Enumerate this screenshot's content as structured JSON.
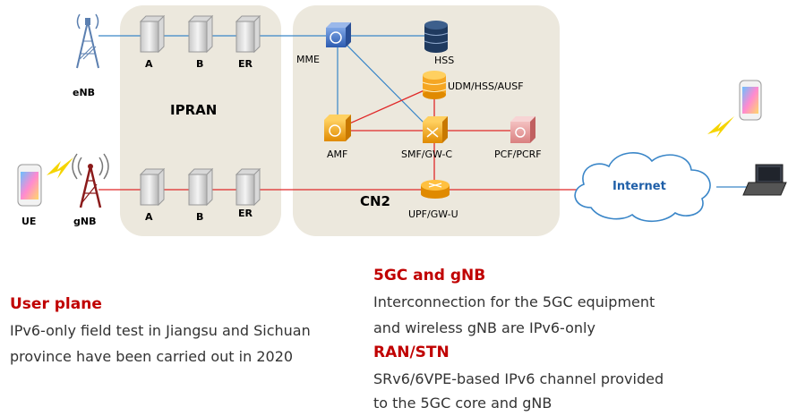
{
  "colors": {
    "panel": "#ece8dd",
    "link_blue": "#3a86c8",
    "link_red": "#e02828",
    "heading_red": "#c00000",
    "amf_orange": "#f5a623",
    "mme_blue": "#3b6fc4",
    "hss_navy": "#1f3a5f",
    "internet_text": "#1f5fa8"
  },
  "regions": {
    "ipran": "IPRAN",
    "cn2": "CN2"
  },
  "nodes": {
    "enb": "eNB",
    "ue": "UE",
    "gnb": "gNB",
    "router_a_top": "A",
    "router_b_top": "B",
    "router_er_top": "ER",
    "router_a_bottom": "A",
    "router_b_bottom": "B",
    "router_er_bottom": "ER",
    "mme": "MME",
    "hss": "HSS",
    "udm": "UDM/HSS/AUSF",
    "amf": "AMF",
    "smf": "SMF/GW-C",
    "pcf": "PCF/PCRF",
    "upf": "UPF/GW-U",
    "internet": "Internet"
  },
  "icons": [
    "enb-tower-icon",
    "gnb-tower-icon",
    "ue-phone-icon",
    "remote-phone-icon",
    "laptop-icon",
    "lightning-icon",
    "router-icon",
    "database-icon",
    "network-function-icon",
    "cloud-icon"
  ],
  "text": {
    "user_plane": {
      "heading": "User plane",
      "line1": "IPv6-only field test in Jiangsu and Sichuan",
      "line2": "province have been carried out in 2020"
    },
    "fivegc": {
      "heading": "5GC and gNB",
      "line1": "Interconnection for the 5GC equipment",
      "line2": "and wireless gNB are IPv6-only"
    },
    "ran": {
      "heading": "RAN/STN",
      "line1": "SRv6/6VPE-based IPv6 channel provided",
      "line2": "to the 5GC core and gNB"
    }
  }
}
